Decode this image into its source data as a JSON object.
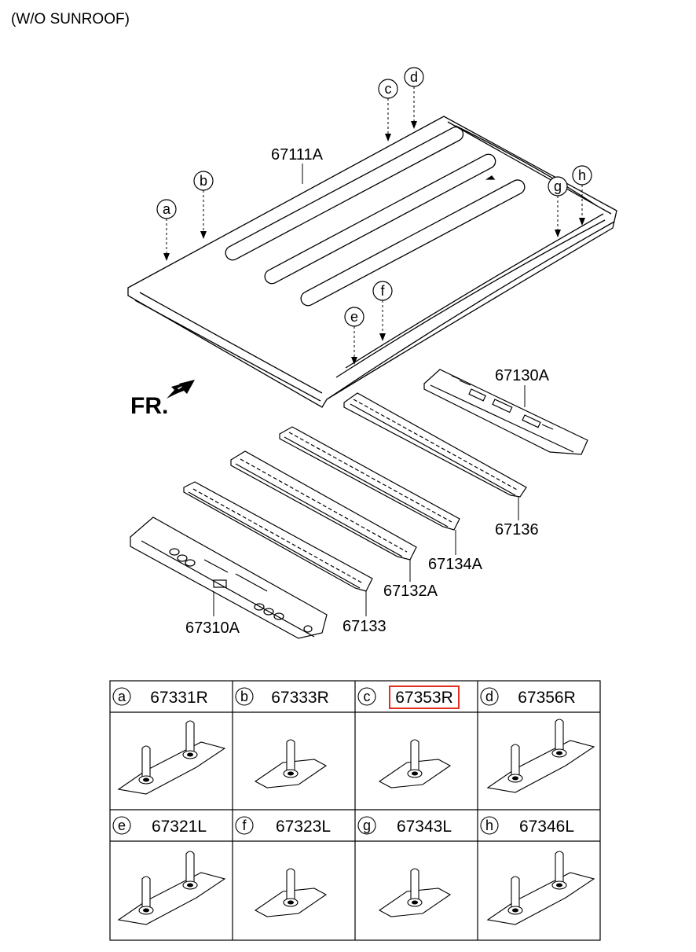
{
  "title": "(W/O SUNROOF)",
  "front_label": "FR.",
  "callouts": [
    "a",
    "b",
    "c",
    "d",
    "e",
    "f",
    "g",
    "h"
  ],
  "part_labels": {
    "roof_panel": "67111A",
    "rear_rail": "67130A",
    "bow_136": "67136",
    "bow_134": "67134A",
    "bow_132": "67132A",
    "bow_133": "67133",
    "front_rail": "67310A"
  },
  "table": [
    {
      "letter": "a",
      "part": "67331R",
      "highlighted": false
    },
    {
      "letter": "b",
      "part": "67333R",
      "highlighted": false
    },
    {
      "letter": "c",
      "part": "67353R",
      "highlighted": true
    },
    {
      "letter": "d",
      "part": "67356R",
      "highlighted": false
    },
    {
      "letter": "e",
      "part": "67321L",
      "highlighted": false
    },
    {
      "letter": "f",
      "part": "67323L",
      "highlighted": false
    },
    {
      "letter": "g",
      "part": "67343L",
      "highlighted": false
    },
    {
      "letter": "h",
      "part": "67346L",
      "highlighted": false
    }
  ],
  "colors": {
    "highlight": "#e03020",
    "line": "#000000",
    "background": "#ffffff"
  }
}
